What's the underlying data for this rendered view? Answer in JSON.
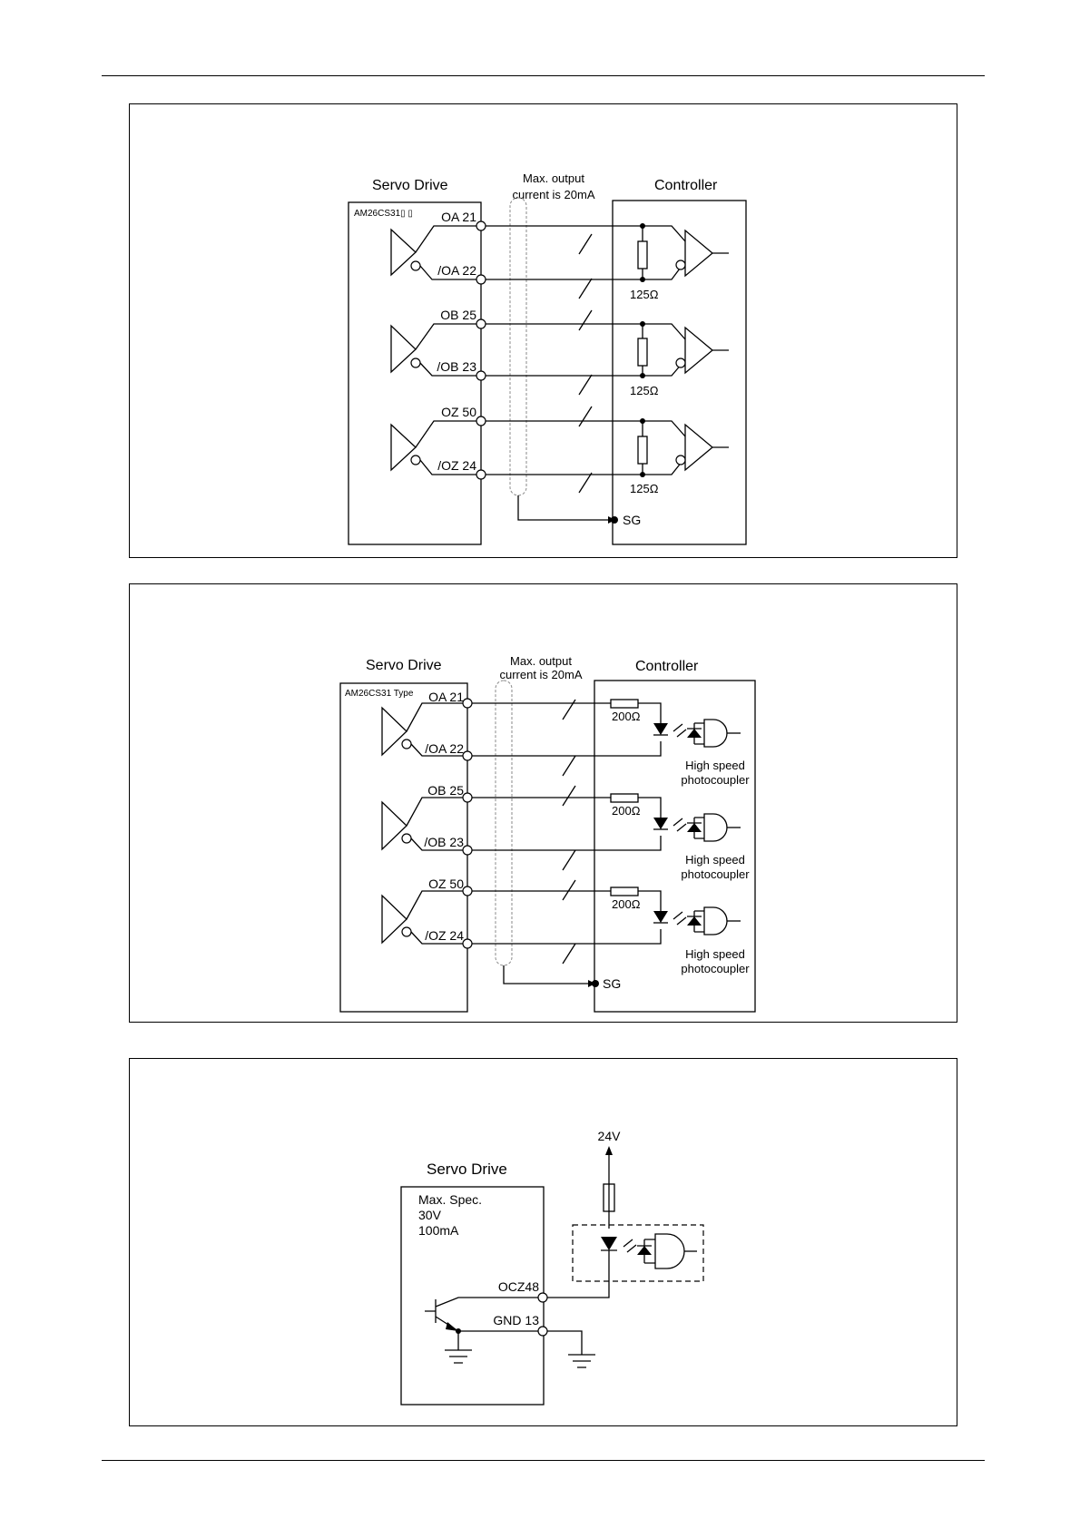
{
  "diagram1": {
    "drive_title": "Servo Drive",
    "controller_title": "Controller",
    "chip_label": "AM26CS31▯ ▯",
    "max_output_line1": "Max. output",
    "max_output_line2": "current is 20mA",
    "pins": [
      "OA 21",
      "/OA 22",
      "OB 25",
      "/OB 23",
      "OZ 50",
      "/OZ 24"
    ],
    "resistor_label": "125Ω",
    "ground_label": "SG"
  },
  "diagram2": {
    "drive_title": "Servo Drive",
    "controller_title": "Controller",
    "chip_label": "AM26CS31 Type",
    "max_output_line1": "Max. output",
    "max_output_line2": "current is 20mA",
    "pins": [
      "OA 21",
      "/OA 22",
      "OB 25",
      "/OB 23",
      "OZ 50",
      "/OZ 24"
    ],
    "resistor_label": "200Ω",
    "coupler_line1": "High speed",
    "coupler_line2": "photocoupler",
    "ground_label": "SG"
  },
  "diagram3": {
    "drive_title": "Servo Drive",
    "spec_line1": "Max. Spec.",
    "spec_line2": "30V",
    "spec_line3": "100mA",
    "supply_label": "24V",
    "pin_out": "OCZ48",
    "pin_gnd": "GND 13"
  }
}
